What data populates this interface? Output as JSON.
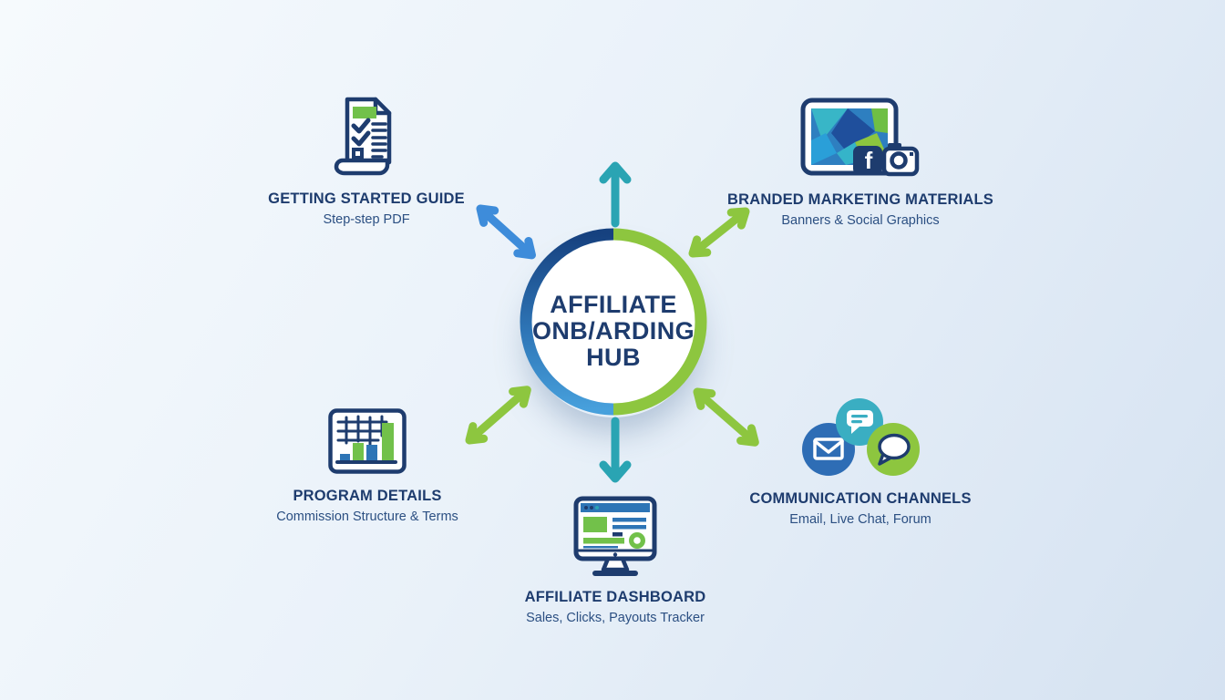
{
  "hub": {
    "line1": "AFFILIATE",
    "line2": "ONB/ARDING",
    "line3": "HUB"
  },
  "nodes": [
    {
      "id": "getting-started-guide",
      "icon": "checklist-document-icon",
      "title": "GETTING STARTED GUIDE",
      "subtitle": "Step-step PDF"
    },
    {
      "id": "branded-marketing-materials",
      "icon": "image-facebook-camera-icon",
      "title": "BRANDED MARKETING MATERIALS",
      "subtitle": "Banners & Social Graphics"
    },
    {
      "id": "program-details",
      "icon": "bar-chart-grid-icon",
      "title": "PROGRAM DETAILS",
      "subtitle": "Commission Structure & Terms"
    },
    {
      "id": "affiliate-dashboard",
      "icon": "monitor-dashboard-icon",
      "title": "AFFILIATE DASHBOARD",
      "subtitle": "Sales, Clicks, Payouts Tracker"
    },
    {
      "id": "communication-channels",
      "icon": "email-chat-bubbles-icon",
      "title": "COMMUNICATION CHANNELS",
      "subtitle": "Email, Live Chat, Forum"
    }
  ],
  "colors": {
    "navy": "#1e3c6e",
    "blue": "#2e75b6",
    "arrowBlue": "#3e8cda",
    "green": "#8dc63f",
    "greenFill": "#72c14a",
    "teal": "#2aa4b3",
    "blueCircle": "#2e6db5",
    "tealCircle": "#3aaec2",
    "subtitle": "#2b4f82",
    "bgLight": "#f6fafd",
    "bgMid": "#e9f1f9",
    "bgDark": "#d5e2f1"
  }
}
